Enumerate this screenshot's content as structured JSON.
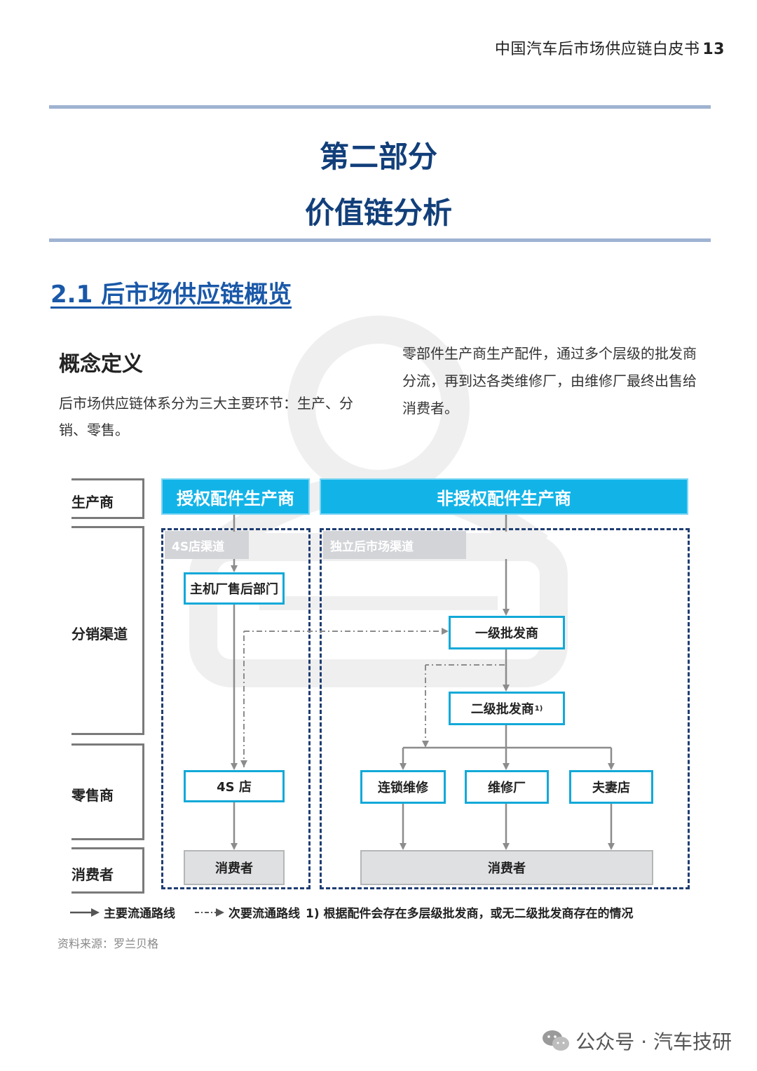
{
  "header": {
    "title": "中国汽车后市场供应链白皮书",
    "page": "13"
  },
  "part": {
    "line1": "第二部分",
    "line2": "价值链分析"
  },
  "section": {
    "title": "2.1  后市场供应链概览"
  },
  "concept": {
    "heading": "概念定义",
    "left_text": "后市场供应链体系分为三大主要环节：生产、分销、零售。",
    "right_text": "零部件生产商生产配件，通过多个层级的批发商分流，再到达各类维修厂，由维修厂最终出售给消费者。"
  },
  "diagram": {
    "rows": {
      "producer": "生产商",
      "distribution": "分销渠道",
      "retailer": "零售商",
      "consumer": "消费者"
    },
    "makers": {
      "authorized": "授权配件生产商",
      "unauthorized": "非授权配件生产商"
    },
    "channels": {
      "oem": "4S店渠道",
      "independent": "独立后市场渠道"
    },
    "nodes": {
      "oem_aftersales": "主机厂售后部门",
      "tier1": "一级批发商",
      "tier2": "二级批发商",
      "tier2_sup": "1)",
      "store_4s": "4S 店",
      "chain": "连锁维修",
      "repair": "维修厂",
      "family": "夫妻店",
      "consumer_left": "消费者",
      "consumer_right": "消费者"
    },
    "legend": {
      "primary": "主要流通路线",
      "secondary": "次要流通路线",
      "note": "1) 根据配件会存在多层级批发商，或无二级批发商存在的情况"
    },
    "colors": {
      "maker_fill": "#12b4e8",
      "node_border": "#12a9d8",
      "region_dash": "#1f3d73",
      "arrow": "#8c8c8c"
    }
  },
  "source": "资料来源：罗兰贝格",
  "footer": {
    "wechat": "公众号 · 汽车技研",
    "icon": "wechat-icon"
  }
}
